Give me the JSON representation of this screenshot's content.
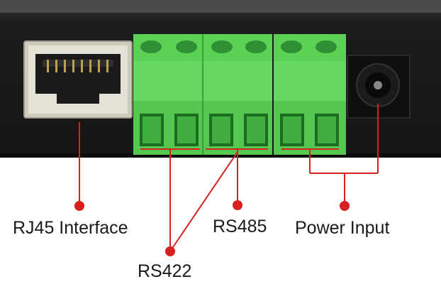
{
  "labels": {
    "rj45": "RJ45 Interface",
    "rs485": "RS485",
    "rs422": "RS422",
    "power": "Power Input"
  },
  "colors": {
    "device_body": "#1c1c1e",
    "terminal_green": "#5fd35a",
    "terminal_dark_green": "#3fae3f",
    "rj45_port": "#d8d6c8",
    "callout_red": "#d92020"
  }
}
